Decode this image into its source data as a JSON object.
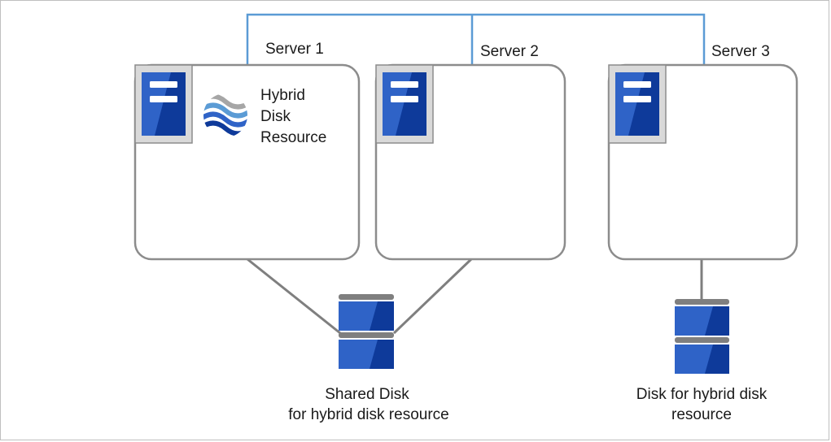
{
  "servers": [
    {
      "label": "Server 1"
    },
    {
      "label": "Server 2"
    },
    {
      "label": "Server 3"
    }
  ],
  "resource": {
    "line1": "Hybrid",
    "line2": "Disk",
    "line3": "Resource"
  },
  "shared_disk": {
    "line1": "Shared Disk",
    "line2": "for hybrid disk resource"
  },
  "local_disk": {
    "line1": "Disk for hybrid disk",
    "line2": "resource"
  },
  "colors": {
    "network_line": "#5b9bd5",
    "disk_line": "#7f7f7f",
    "server_border": "#8c8c8c",
    "device_blue": "#2f63c7",
    "device_dark": "#0e3a9a",
    "device_frame": "#d9d9d9"
  }
}
